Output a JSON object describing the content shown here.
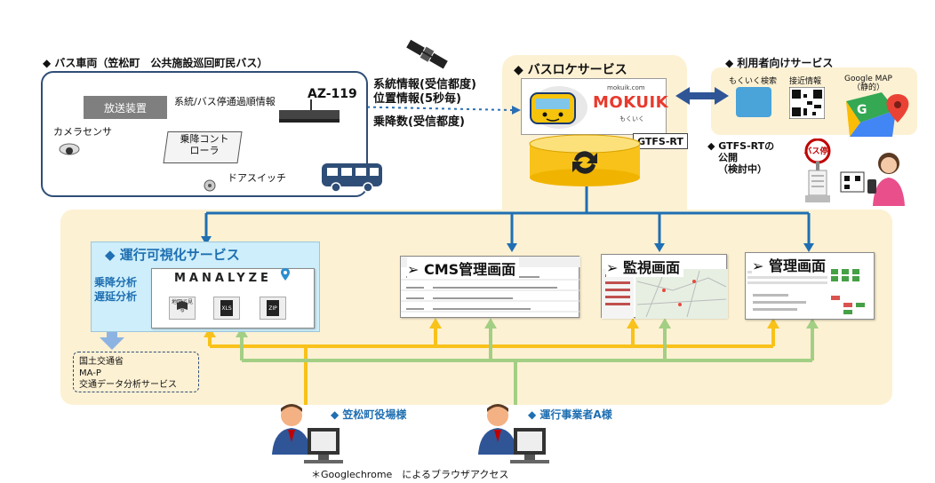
{
  "vehicle": {
    "title": "◆ バス車両（笠松町　公共施設巡回町民バス）",
    "broadcast": "放送装置",
    "sysinfo": "系統/バス停通過順情報",
    "device": "AZ-119",
    "camera": "カメラセンサ",
    "controller_line1": "乗降コント",
    "controller_line2": "ローラ",
    "door": "ドアスイッチ"
  },
  "data_flow": {
    "line1": "系統情報(受信都度)",
    "line2": "位置情報(5秒毎)",
    "line3": "乗降数(受信都度)"
  },
  "busloc": {
    "title": "◆ バスロケサービス",
    "brand_small": "mokuik.com",
    "brand": "MOKUIK",
    "brand_kana": "もくいく",
    "gtfs": "GTFS-RT"
  },
  "user_service": {
    "title": "◆ 利用者向けサービス",
    "item1": "もくいく検索",
    "item2": "接近情報",
    "item3_line1": "Google MAP",
    "item3_line2": "（静的）",
    "gtfs_line1": "◆ GTFS-RTの",
    "gtfs_line2": "公開",
    "gtfs_line3": "（検討中）",
    "busstop": "バス停"
  },
  "visual": {
    "title": "◆ 運行可視化サービス",
    "feature1": "乗降分析",
    "feature2": "遅延分析",
    "logo": "MANALYZE",
    "btn1": "地図で見る",
    "btn2": "XLS",
    "btn3": "ZIP"
  },
  "external": {
    "line1": "国土交通省",
    "line2": "MA-P",
    "line3": "交通データ分析サービス"
  },
  "screens": {
    "cms": "CMS管理画面",
    "monitor": "監視画面",
    "admin": "管理画面"
  },
  "users": {
    "town": "◆ 笠松町役場様",
    "operator": "◆ 運行事業者A様"
  },
  "footnote": "＊Googlechrome　によるブラウザアクセス",
  "colors": {
    "blue_arrow": "#1f6fb2",
    "yellow_arrow": "#f8c21a",
    "green_arrow": "#a3cf84",
    "panel": "#fdf1d3",
    "navy": "#2f4e77"
  }
}
